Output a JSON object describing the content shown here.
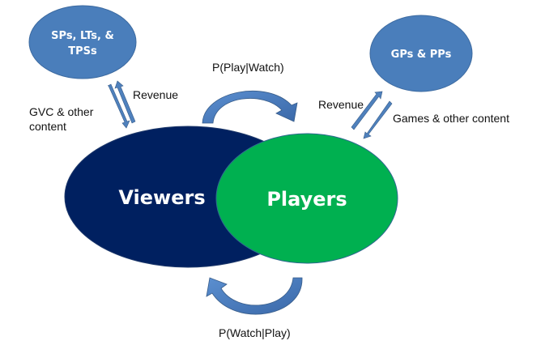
{
  "nodes": {
    "sps": {
      "line1": "SPs, LTs, &",
      "line2": "TPSs",
      "color": "#4a7ebb"
    },
    "gps": {
      "label": "GPs & PPs",
      "color": "#4a7ebb"
    },
    "viewers": {
      "label": "Viewers",
      "color": "#002060"
    },
    "players": {
      "label": "Players",
      "color": "#00b050"
    }
  },
  "edges": {
    "left_revenue": "Revenue",
    "left_content_line1": "GVC & other",
    "left_content_line2": "content",
    "right_revenue": "Revenue",
    "right_content": "Games & other content",
    "play_given_watch": "P(Play|Watch)",
    "watch_given_play": "P(Watch|Play)"
  },
  "colors": {
    "arrow": "#4f81bd",
    "arrow_stroke": "#385d8a"
  }
}
